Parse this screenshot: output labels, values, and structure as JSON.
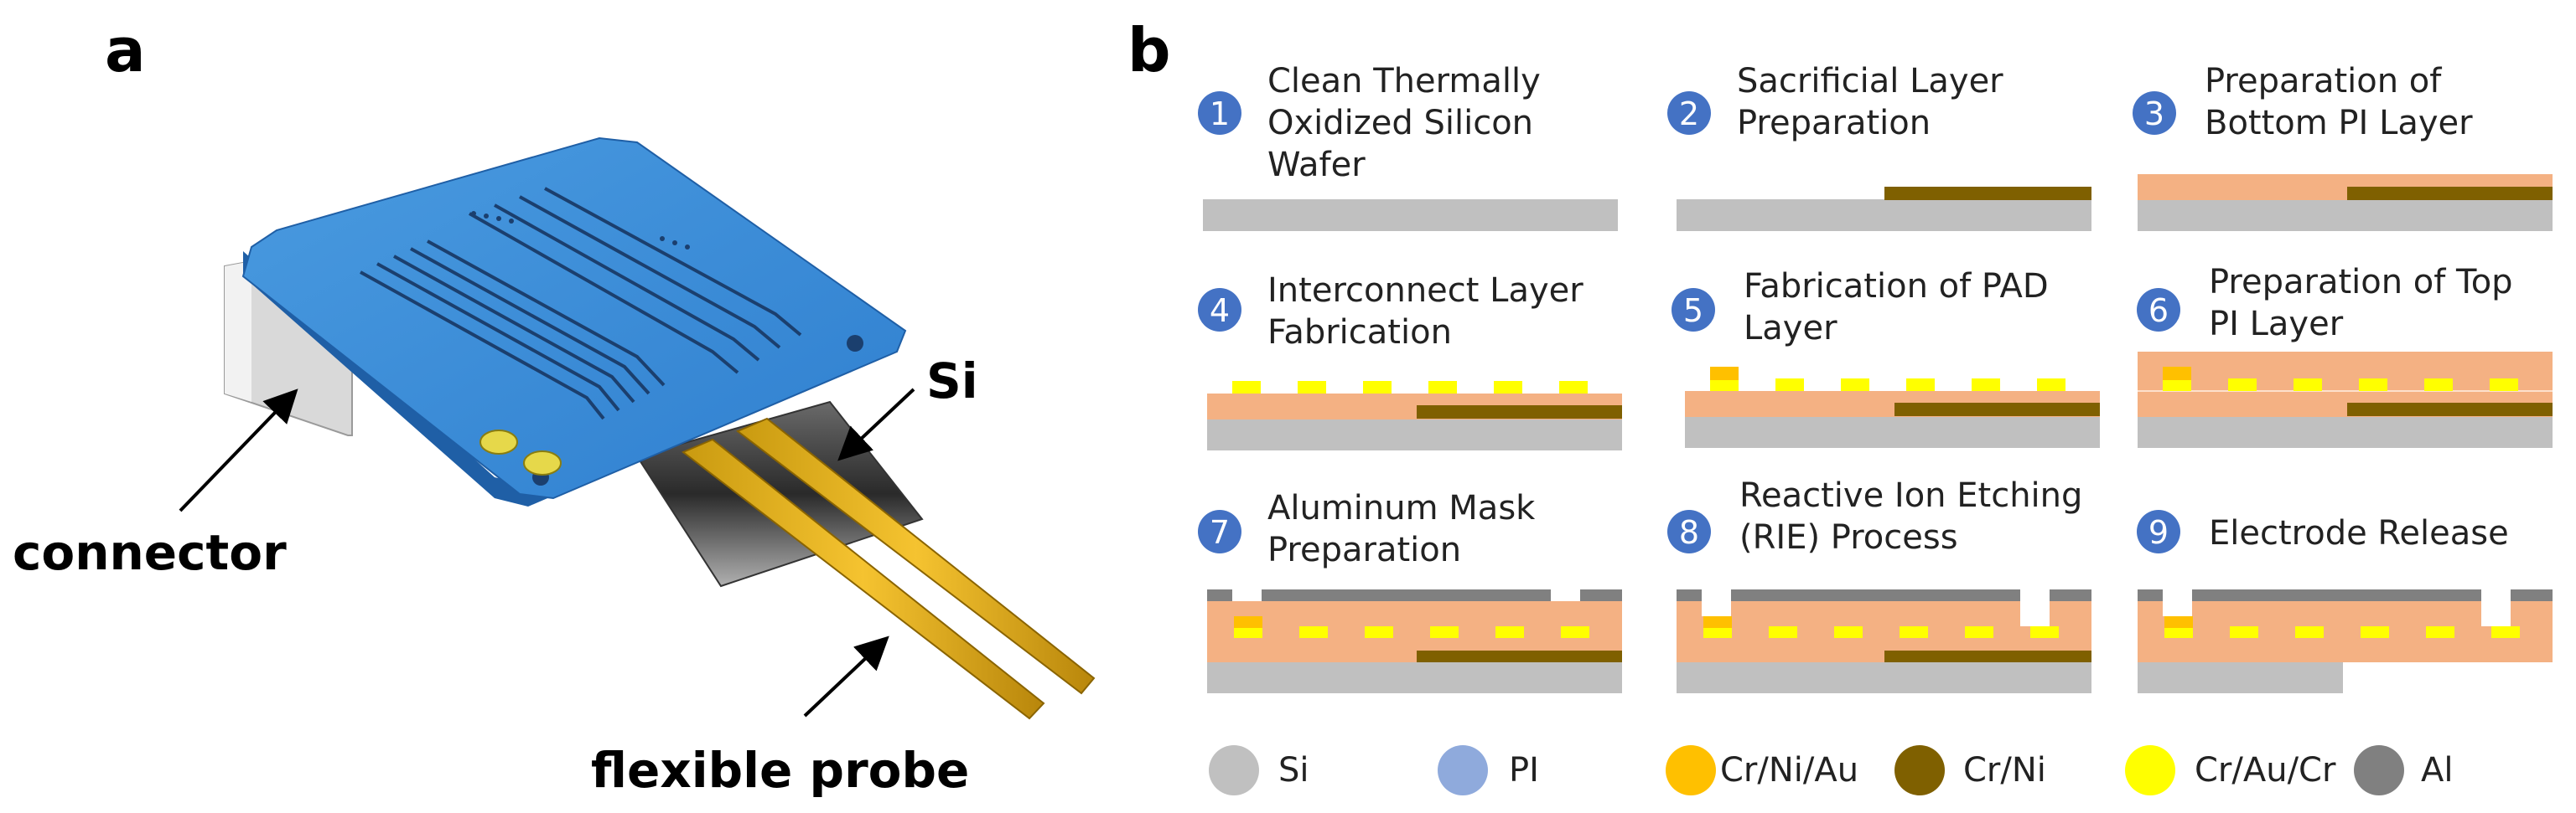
{
  "panel_a": {
    "label": "a",
    "callouts": {
      "si": "Si",
      "connector": "connector",
      "flexible_probe": "flexible probe"
    }
  },
  "panel_b": {
    "label": "b",
    "steps": [
      {
        "num": "1",
        "lines": [
          "Clean Thermally",
          "Oxidized Silicon",
          "Wafer"
        ]
      },
      {
        "num": "2",
        "lines": [
          "Sacrificial Layer",
          "Preparation"
        ]
      },
      {
        "num": "3",
        "lines": [
          "Preparation of",
          "Bottom PI Layer"
        ]
      },
      {
        "num": "4",
        "lines": [
          "Interconnect Layer",
          "Fabrication"
        ]
      },
      {
        "num": "5",
        "lines": [
          "Fabrication of PAD",
          "Layer"
        ]
      },
      {
        "num": "6",
        "lines": [
          "Preparation of Top",
          "PI Layer"
        ]
      },
      {
        "num": "7",
        "lines": [
          "Aluminum Mask",
          "Preparation"
        ]
      },
      {
        "num": "8",
        "lines": [
          "Reactive Ion Etching",
          "(RIE) Process"
        ]
      },
      {
        "num": "9",
        "lines": [
          "Electrode Release"
        ]
      }
    ],
    "legend": [
      {
        "label": "Si",
        "color": "#c0c0c0"
      },
      {
        "label": "PI",
        "color": "#8faadc"
      },
      {
        "label": "Cr/Ni/Au",
        "color": "#ffc000"
      },
      {
        "label": "Cr/Ni",
        "color": "#7f6000"
      },
      {
        "label": "Cr/Au/Cr",
        "color": "#ffff00"
      },
      {
        "label": "Al",
        "color": "#808080"
      }
    ]
  },
  "colors": {
    "badge": "#4472c4",
    "si": "#c0c0c0",
    "pi_layer": "#f4b183",
    "sacrificial": "#7f6000",
    "interconnect": "#ffff00",
    "al_mask": "#808080",
    "board": "#3d8ad4"
  }
}
